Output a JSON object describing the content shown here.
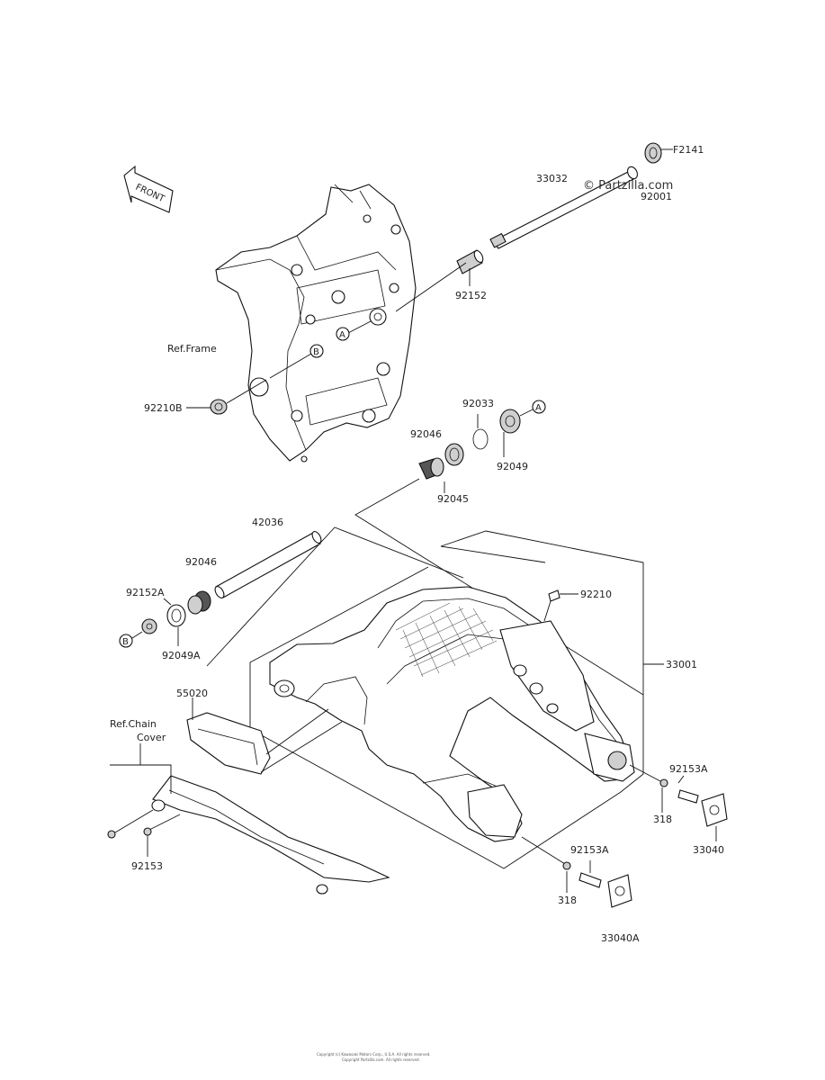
{
  "watermark": "© Partzilla.com",
  "front_arrow": "FRONT",
  "ref_labels": {
    "frame": "Ref.Frame",
    "chain_cover_line1": "Ref.Chain",
    "chain_cover_line2": "Cover"
  },
  "callouts": {
    "A1": "A",
    "A2": "A",
    "B1": "B",
    "B2": "B"
  },
  "parts": {
    "p33032": "33032",
    "pF2141": "F2141",
    "p92001": "92001",
    "p92152": "92152",
    "p92210B": "92210B",
    "p92033": "92033",
    "p92046a": "92046",
    "p92049": "92049",
    "p92045": "92045",
    "p42036": "42036",
    "p92046b": "92046",
    "p92152A": "92152A",
    "p92049A": "92049A",
    "p92210": "92210",
    "p33001": "33001",
    "p55020": "55020",
    "p92153A_1": "92153A",
    "p318_1": "318",
    "p33040": "33040",
    "p92153": "92153",
    "p92153A_2": "92153A",
    "p318_2": "318",
    "p33040A": "33040A"
  },
  "footer_line1": "Copyright (c) Kawasaki Motors Corp., U.S.A. All rights reserved.",
  "footer_line2": "Copyright Partzilla.com. All rights reserved."
}
